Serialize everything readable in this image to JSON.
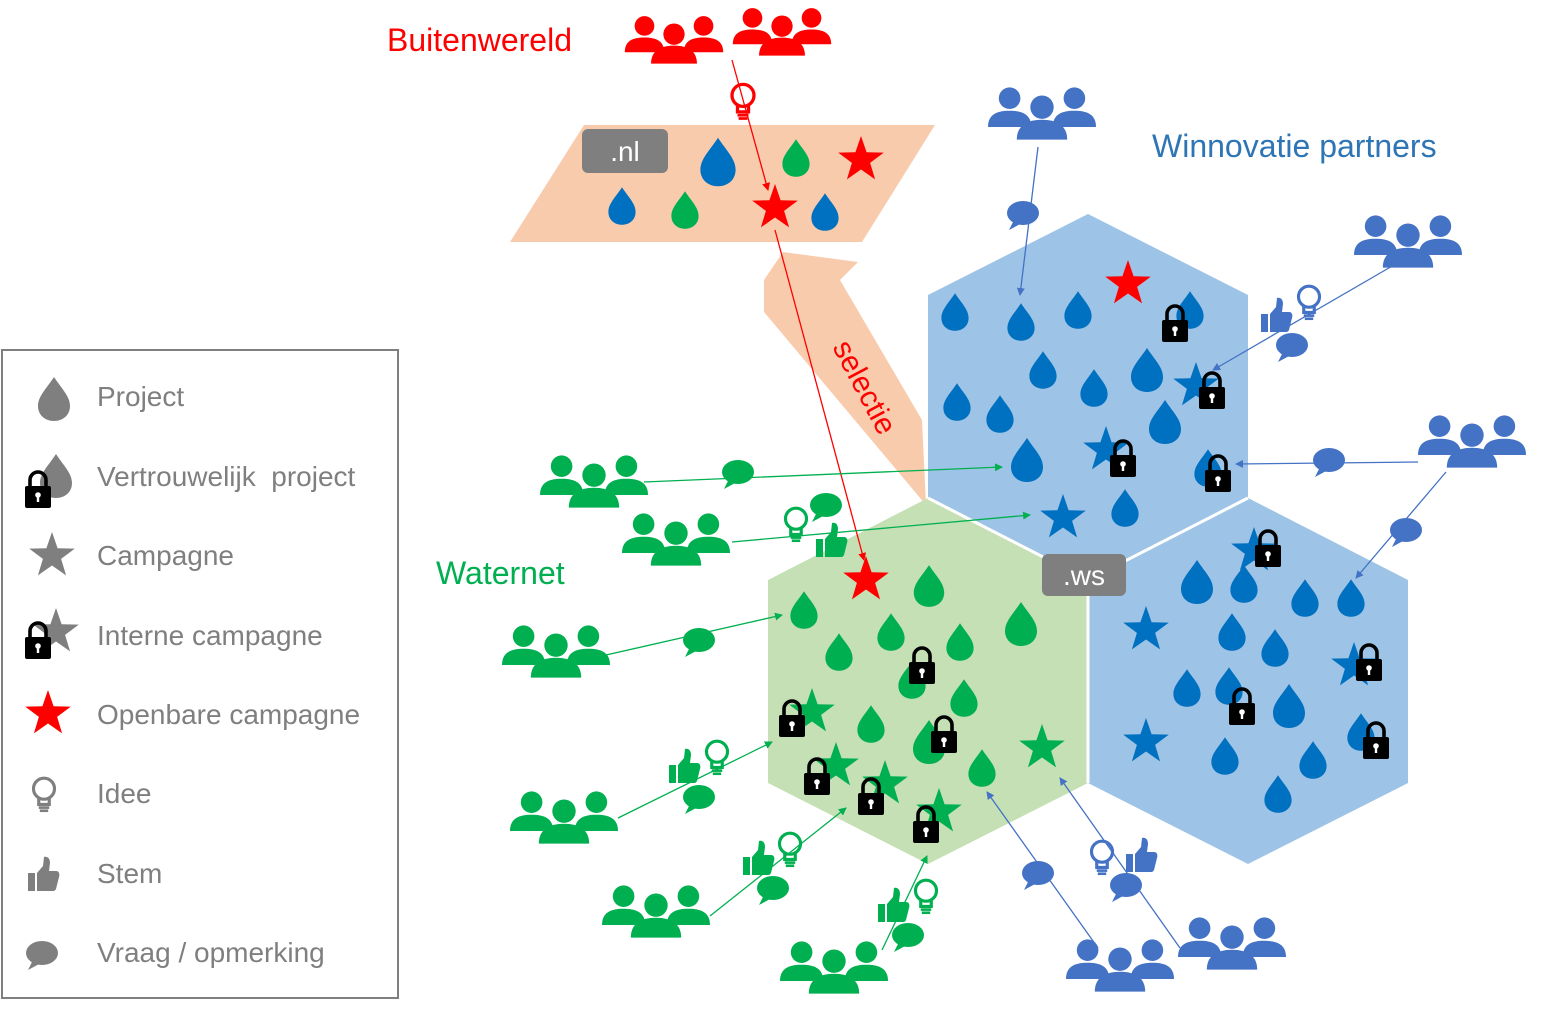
{
  "groups": {
    "buitenwereld": "Buitenwereld",
    "winnovatie": "Winnovatie partners",
    "waternet": "Waternet"
  },
  "badges": {
    "nl": ".nl",
    "ws": ".ws"
  },
  "arrow_label": "selectie",
  "legend": {
    "items": [
      {
        "label": "Project",
        "icon": "drop-icon"
      },
      {
        "label": "Vertrouwelijk  project",
        "icon": "locked-drop-icon"
      },
      {
        "label": "Campagne",
        "icon": "star-icon"
      },
      {
        "label": "Interne campagne",
        "icon": "locked-star-icon"
      },
      {
        "label": "Openbare campagne",
        "icon": "red-star-icon"
      },
      {
        "label": "Idee",
        "icon": "bulb-icon"
      },
      {
        "label": "Stem",
        "icon": "thumbs-up-icon"
      },
      {
        "label": "Vraag / opmerking",
        "icon": "speech-bubble-icon"
      }
    ]
  },
  "colors": {
    "red": "#ff0000",
    "green": "#00b050",
    "blue_dark": "#0070c0",
    "blue_people": "#4472c4",
    "blue_text": "#2e75b6",
    "gray": "#7f7f7f",
    "peach": "#f8cbad",
    "green_hex": "#c5e0b4",
    "blue_hex": "#9dc3e6"
  }
}
